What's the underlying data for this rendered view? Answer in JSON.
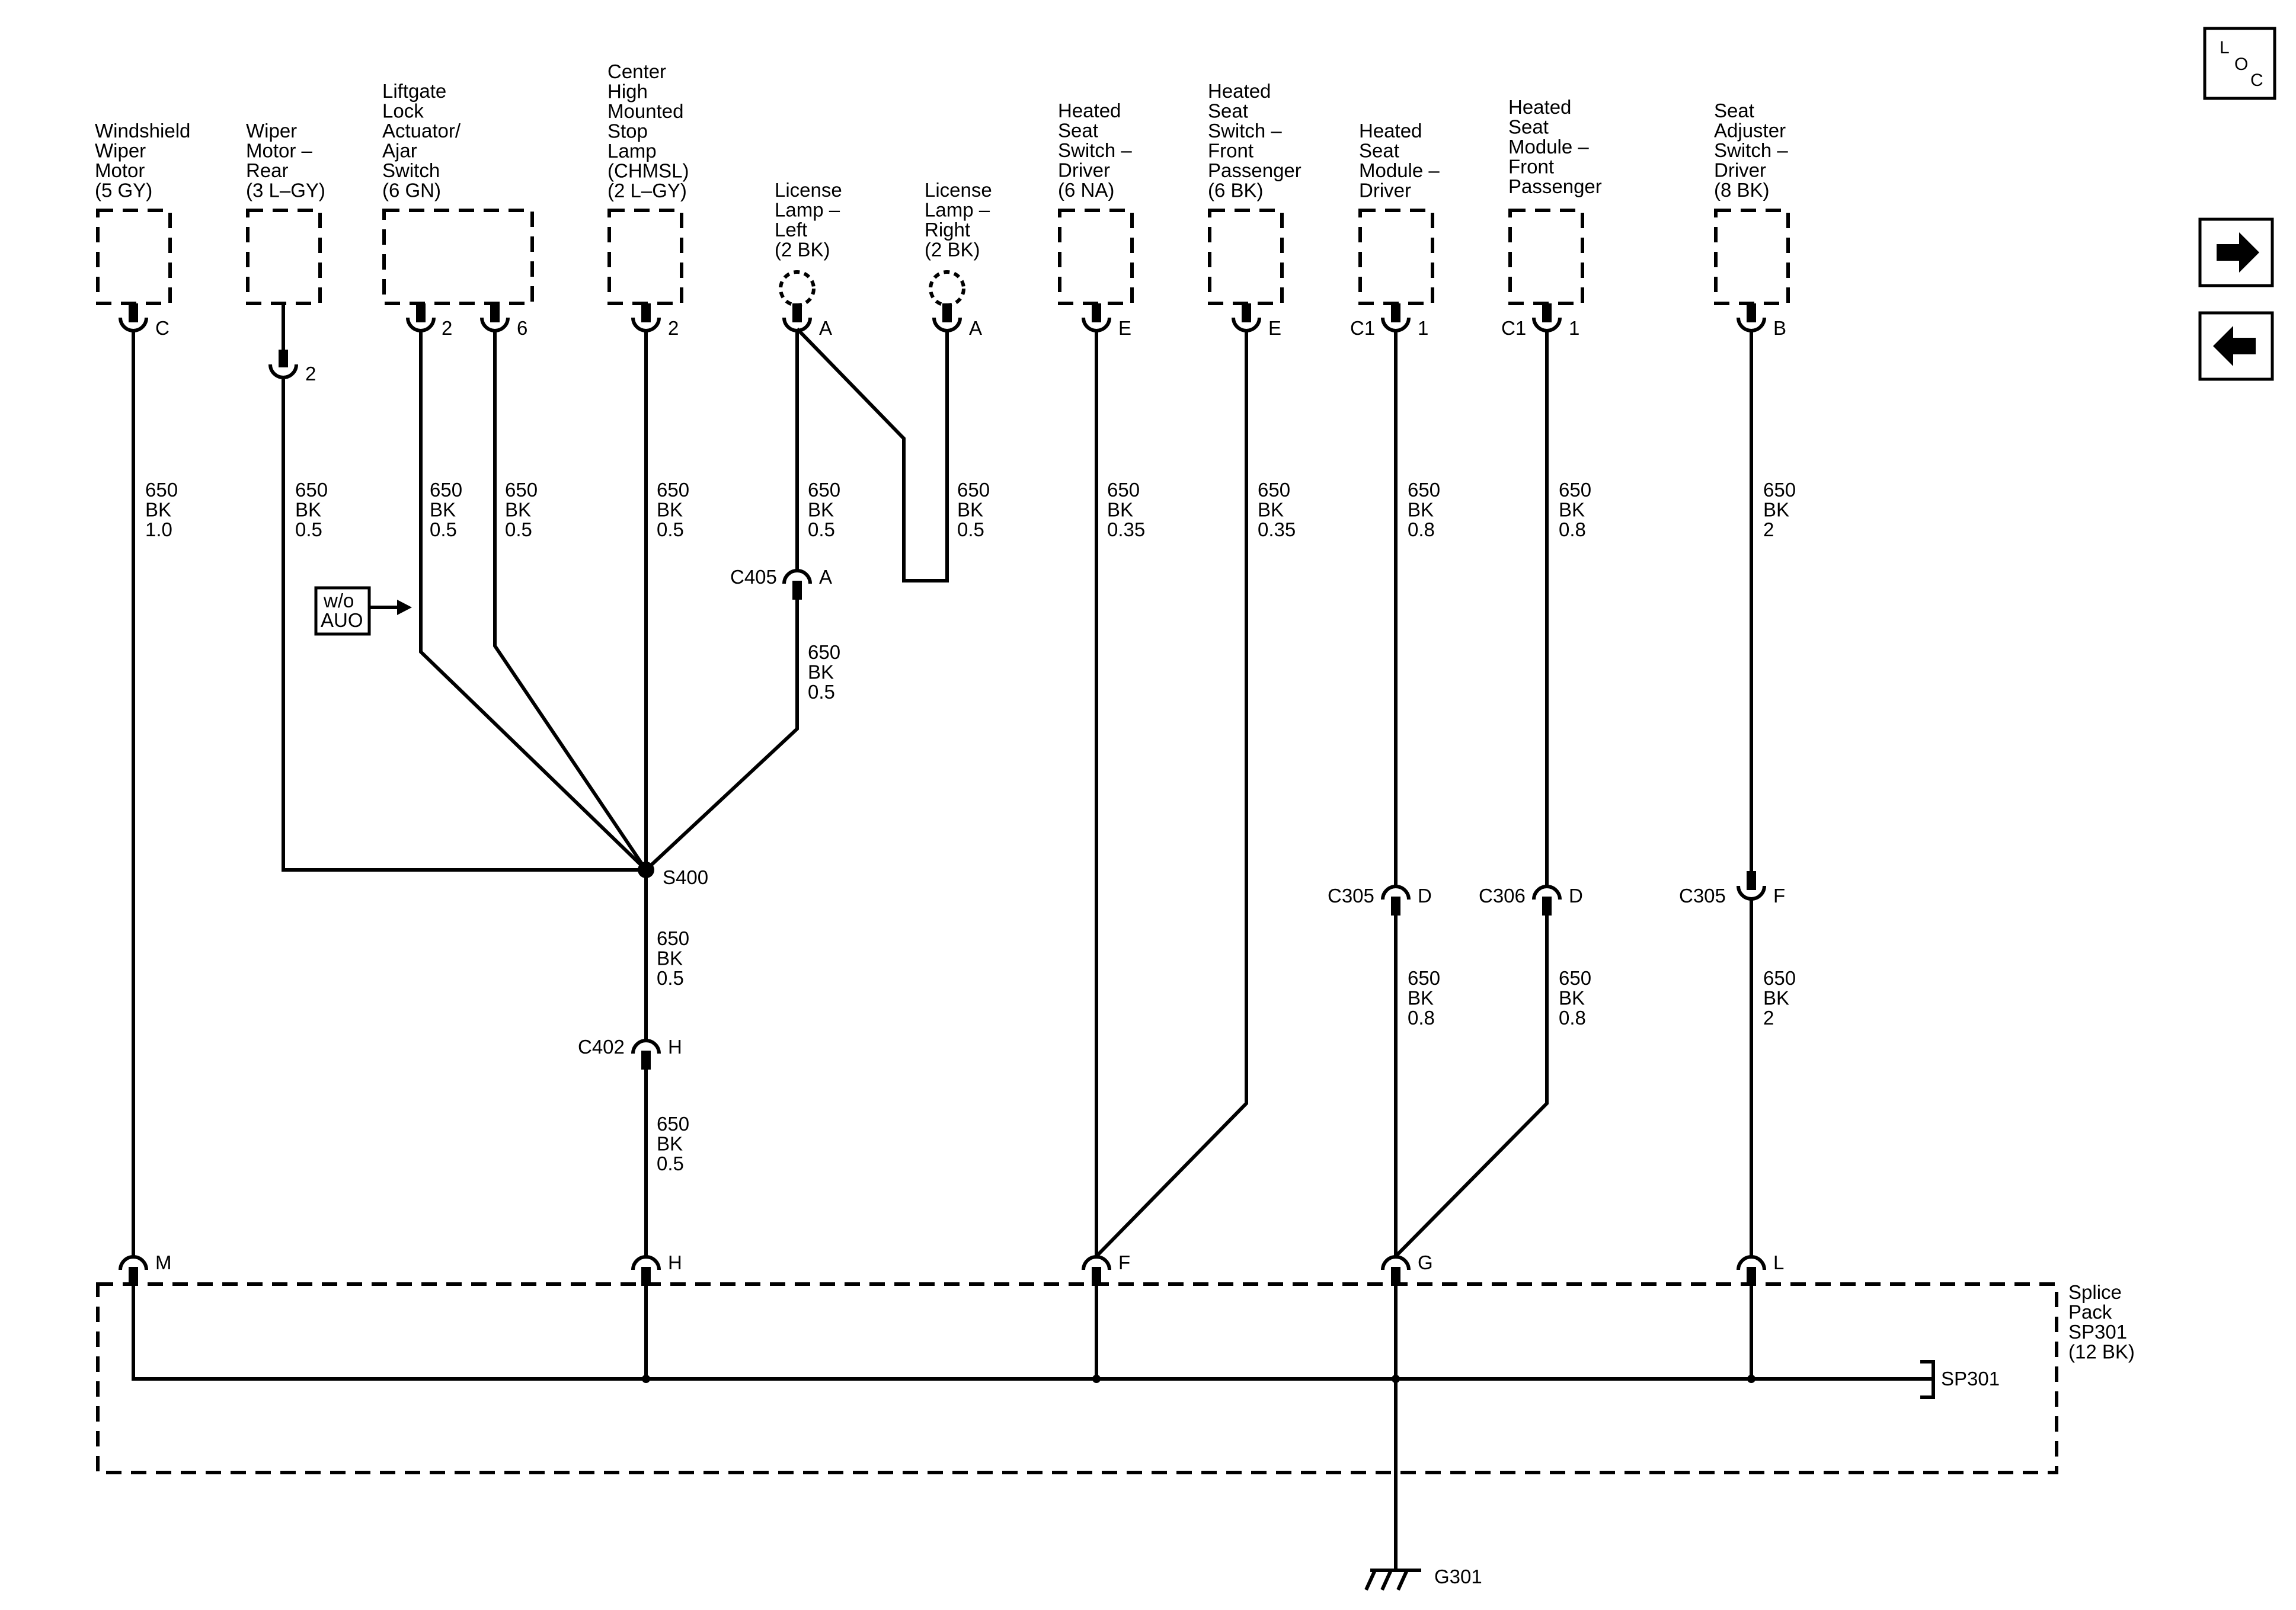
{
  "components": [
    {
      "id": "windshield-wiper-motor",
      "lines": [
        "Windshield",
        "Wiper",
        "Motor",
        "(5 GY)"
      ]
    },
    {
      "id": "wiper-motor-rear",
      "lines": [
        "Wiper",
        "Motor –",
        "Rear",
        "(3 L–GY)"
      ]
    },
    {
      "id": "liftgate-lock-actuator",
      "lines": [
        "Liftgate",
        "Lock",
        "Actuator/",
        "Ajar",
        "Switch",
        "(6 GN)"
      ]
    },
    {
      "id": "chmsl",
      "lines": [
        "Center",
        "High",
        "Mounted",
        "Stop",
        "Lamp",
        "(CHMSL)",
        "(2 L–GY)"
      ]
    },
    {
      "id": "license-lamp-left",
      "lines": [
        "License",
        "Lamp –",
        "Left",
        "(2 BK)"
      ]
    },
    {
      "id": "license-lamp-right",
      "lines": [
        "License",
        "Lamp –",
        "Right",
        "(2 BK)"
      ]
    },
    {
      "id": "heated-seat-switch-driver",
      "lines": [
        "Heated",
        "Seat",
        "Switch –",
        "Driver",
        "(6 NA)"
      ]
    },
    {
      "id": "heated-seat-switch-front-passenger",
      "lines": [
        "Heated",
        "Seat",
        "Switch –",
        "Front",
        "Passenger",
        "(6 BK)"
      ]
    },
    {
      "id": "heated-seat-module-driver",
      "lines": [
        "Heated",
        "Seat",
        "Module –",
        "Driver"
      ]
    },
    {
      "id": "heated-seat-module-front-passenger",
      "lines": [
        "Heated",
        "Seat",
        "Module –",
        "Front",
        "Passenger"
      ]
    },
    {
      "id": "seat-adjuster-switch-driver",
      "lines": [
        "Seat",
        "Adjuster",
        "Switch –",
        "Driver",
        "(8 BK)"
      ]
    },
    {
      "id": "splice-pack",
      "lines": [
        "Splice",
        "Pack",
        "SP301",
        "(12 BK)"
      ]
    }
  ],
  "pins": {
    "ww_c": "C",
    "wr_2": "2",
    "lg_2": "2",
    "lg_6": "6",
    "ch_2": "2",
    "ll_a": "A",
    "lr_a": "A",
    "hsd_e": "E",
    "hsp_e": "E",
    "hmd_c1": "C1",
    "hmd_1": "1",
    "hmp_c1": "C1",
    "hmp_1": "1",
    "sa_b": "B",
    "c405_pin": "A",
    "c305a_pin": "D",
    "c306_pin": "D",
    "c305b_pin": "F",
    "c402_pin": "H",
    "sp_m": "M",
    "sp_h": "H",
    "sp_f": "F",
    "sp_g": "G",
    "sp_l": "L"
  },
  "connectors": {
    "c405": "C405",
    "c305a": "C305",
    "c306": "C306",
    "c305b": "C305",
    "c402": "C402"
  },
  "wires": {
    "ww": [
      "650",
      "BK",
      "1.0"
    ],
    "wr": [
      "650",
      "BK",
      "0.5"
    ],
    "lg2": [
      "650",
      "BK",
      "0.5"
    ],
    "lg6": [
      "650",
      "BK",
      "0.5"
    ],
    "ch": [
      "650",
      "BK",
      "0.5"
    ],
    "ll": [
      "650",
      "BK",
      "0.5"
    ],
    "lr": [
      "650",
      "BK",
      "0.5"
    ],
    "ll2": [
      "650",
      "BK",
      "0.5"
    ],
    "hsd": [
      "650",
      "BK",
      "0.35"
    ],
    "hsp": [
      "650",
      "BK",
      "0.35"
    ],
    "hmd": [
      "650",
      "BK",
      "0.8"
    ],
    "hmp": [
      "650",
      "BK",
      "0.8"
    ],
    "sa": [
      "650",
      "BK",
      "2"
    ],
    "s400_out": [
      "650",
      "BK",
      "0.5"
    ],
    "c402_out": [
      "650",
      "BK",
      "0.5"
    ],
    "hmd2": [
      "650",
      "BK",
      "0.8"
    ],
    "hmp2": [
      "650",
      "BK",
      "0.8"
    ],
    "sa2": [
      "650",
      "BK",
      "2"
    ]
  },
  "splice": "S400",
  "splice_pack_ref": "SP301",
  "ground": "G301",
  "option_box": [
    "w/o",
    "AUO"
  ],
  "nav": {
    "loc": [
      "L",
      "O",
      "C"
    ],
    "next_icon": "right-arrow-icon",
    "prev_icon": "left-arrow-icon"
  }
}
